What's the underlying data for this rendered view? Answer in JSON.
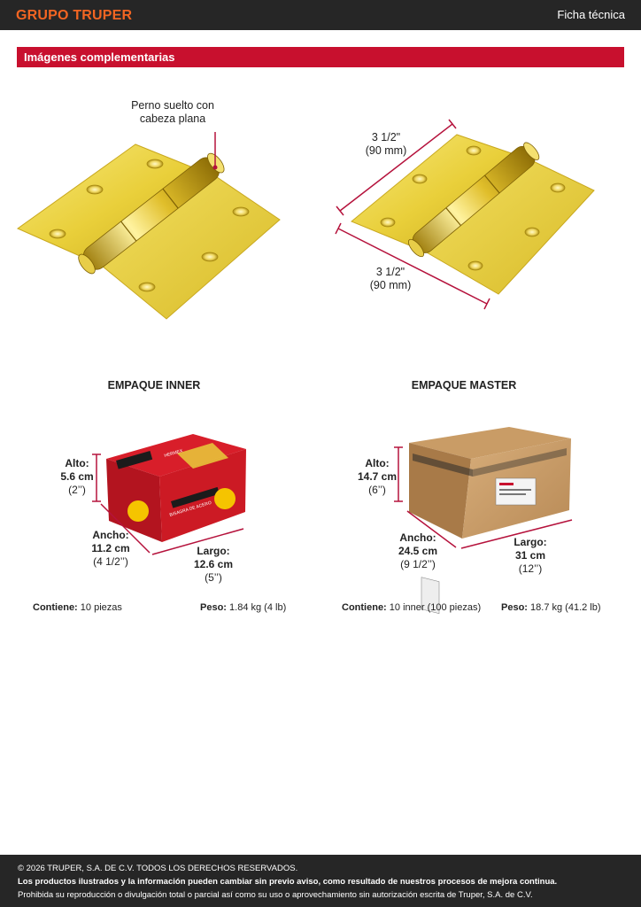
{
  "header": {
    "brand": "GRUPO TRUPER",
    "doc_type": "Ficha técnica",
    "brand_color": "#f26522",
    "bar_color": "#262626"
  },
  "section": {
    "title": "Imágenes complementarias",
    "color": "#c8102e"
  },
  "hinge_detail": {
    "callout_line1": "Perno suelto con",
    "callout_line2": "cabeza plana"
  },
  "hinge_dimensions": {
    "top_value": "3 1/2\"",
    "top_metric": "(90 mm)",
    "bottom_value": "3 1/2\"",
    "bottom_metric": "(90 mm)"
  },
  "inner": {
    "title": "EMPAQUE INNER",
    "alto_label": "Alto:",
    "alto_cm": "5.6 cm",
    "alto_in": "(2’’)",
    "ancho_label": "Ancho:",
    "ancho_cm": "11.2 cm",
    "ancho_in": "(4 1/2’’)",
    "largo_label": "Largo:",
    "largo_cm": "12.6 cm",
    "largo_in": "(5’’)",
    "contiene_label": "Contiene:",
    "contiene_value": "10 piezas",
    "peso_label": "Peso:",
    "peso_value": "1.84 kg (4 lb)",
    "box_brand": "HERMEX",
    "box_product": "BISAGRA DE ACERO"
  },
  "master": {
    "title": "EMPAQUE MASTER",
    "alto_label": "Alto:",
    "alto_cm": "14.7 cm",
    "alto_in": "(6’’)",
    "ancho_label": "Ancho:",
    "ancho_cm": "24.5 cm",
    "ancho_in": "(9 1/2’’)",
    "largo_label": "Largo:",
    "largo_cm": "31 cm",
    "largo_in": "(12’’)",
    "contiene_label": "Contiene:",
    "contiene_value": "10 inner (100 piezas)",
    "peso_label": "Peso:",
    "peso_value": "18.7 kg (41.2 lb)"
  },
  "footer": {
    "copyright": "© 2026 TRUPER, S.A. DE C.V. TODOS LOS DERECHOS RESERVADOS.",
    "notice": "Los productos ilustrados y la información pueden cambiar sin previo aviso, como resultado de nuestros procesos de mejora continua.",
    "legal": "Prohibida su reproducción o divulgación total o parcial así como su uso o aprovechamiento sin autorización escrita de Truper, S.A. de C.V."
  }
}
